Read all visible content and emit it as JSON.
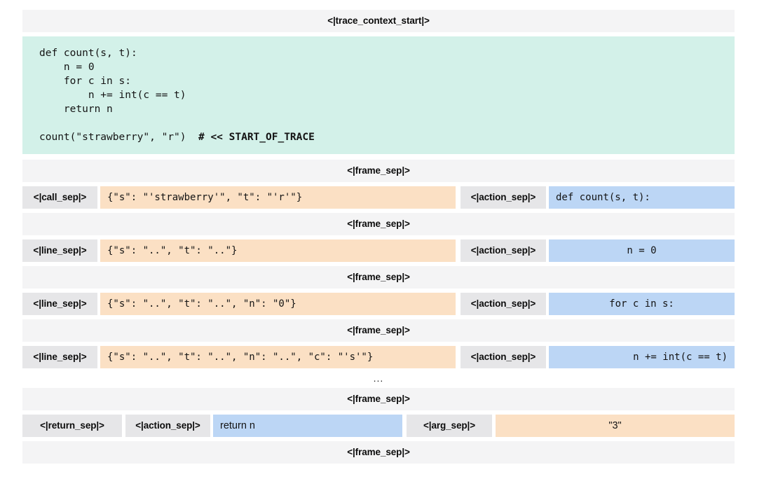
{
  "header": {
    "trace_context_start": "<|trace_context_start|>"
  },
  "code_context": {
    "lines": [
      "def count(s, t):",
      "    n = 0",
      "    for c in s:",
      "        n += int(c == t)",
      "    return n",
      "",
      "count(\"strawberry\", \"r\")  ",
      "# << START_OF_TRACE"
    ],
    "call_line_prefix": "count(\"strawberry\", \"r\")  ",
    "call_line_comment": "# << START_OF_TRACE",
    "bg_color": "#d3f1e9"
  },
  "separators": {
    "frame_sep": "<|frame_sep|>",
    "call_sep": "<|call_sep|>",
    "line_sep": "<|line_sep|>",
    "action_sep": "<|action_sep|>",
    "return_sep": "<|return_sep|>",
    "arg_sep": "<|arg_sep|>"
  },
  "ellipsis": "...",
  "colors": {
    "args_bg": "#fbe0c4",
    "action_bg": "#bcd6f5",
    "tag_bg": "#e6e6e8",
    "framebar_bg": "#f4f4f5",
    "code_bg": "#d3f1e9"
  },
  "trace_rows": [
    {
      "kind": "call",
      "left_tag": "<|call_sep|>",
      "args": "{\"s\": \"'strawberry'\", \"t\": \"'r'\"}",
      "mid_tag": "<|action_sep|>",
      "action": "def count(s, t):"
    },
    {
      "kind": "line",
      "left_tag": "<|line_sep|>",
      "args": "{\"s\": \"..\", \"t\": \"..\"}",
      "mid_tag": "<|action_sep|>",
      "action": "n = 0"
    },
    {
      "kind": "line",
      "left_tag": "<|line_sep|>",
      "args": "{\"s\": \"..\", \"t\": \"..\", \"n\": \"0\"}",
      "mid_tag": "<|action_sep|>",
      "action": "for c in s:"
    },
    {
      "kind": "line",
      "left_tag": "<|line_sep|>",
      "args": "{\"s\": \"..\", \"t\": \"..\", \"n\": \"..\", \"c\": \"'s'\"}",
      "mid_tag": "<|action_sep|>",
      "action": "n += int(c == t)"
    }
  ],
  "return_row": {
    "return_tag": "<|return_sep|>",
    "action_tag": "<|action_sep|>",
    "action": "return n",
    "arg_tag": "<|arg_sep|>",
    "arg_value": "\"3\""
  }
}
